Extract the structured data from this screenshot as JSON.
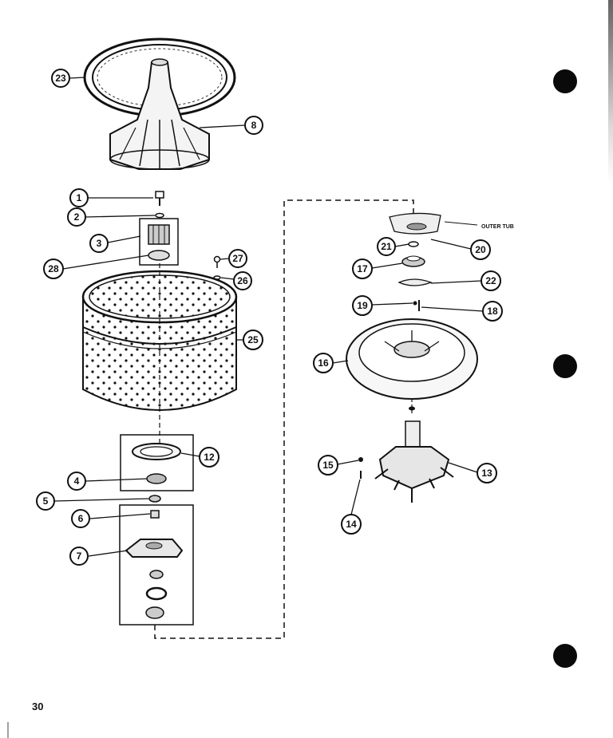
{
  "page": {
    "number": "30"
  },
  "diagram": {
    "outer_tub_label": "OUTER TUB",
    "callouts": {
      "c1": "1",
      "c2": "2",
      "c3": "3",
      "c4": "4",
      "c5": "5",
      "c6": "6",
      "c7": "7",
      "c8": "8",
      "c12": "12",
      "c13": "13",
      "c14": "14",
      "c15": "15",
      "c16": "16",
      "c17": "17",
      "c18": "18",
      "c19": "19",
      "c20": "20",
      "c21": "21",
      "c22": "22",
      "c23": "23",
      "c25": "25",
      "c26": "26",
      "c27": "27",
      "c28": "28"
    }
  },
  "colors": {
    "ink": "#111111",
    "paper": "#ffffff"
  }
}
